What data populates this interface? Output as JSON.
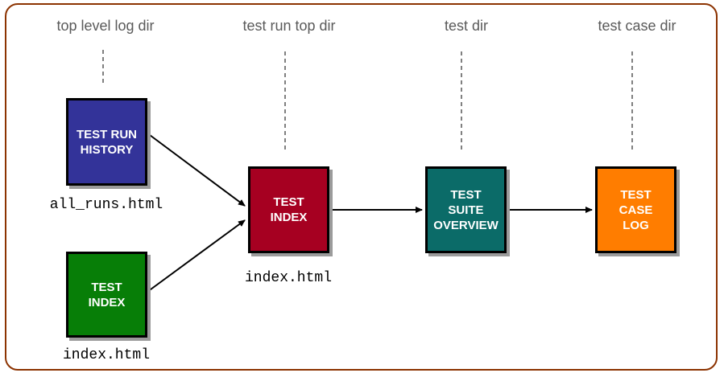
{
  "diagram": {
    "columns": [
      {
        "id": "top-level-log-dir",
        "label": "top level log dir"
      },
      {
        "id": "test-run-top-dir",
        "label": "test run top dir"
      },
      {
        "id": "test-dir",
        "label": "test dir"
      },
      {
        "id": "test-case-dir",
        "label": "test case dir"
      }
    ],
    "nodes": [
      {
        "id": "test-run-history",
        "label": "TEST RUN\nHISTORY",
        "color": "#333399",
        "file": "all_runs.html",
        "column": "top level log dir"
      },
      {
        "id": "test-index-top",
        "label": "TEST\nINDEX",
        "color": "#077E07",
        "file": "index.html",
        "column": "top level log dir"
      },
      {
        "id": "test-index-run",
        "label": "TEST\nINDEX",
        "color": "#A60021",
        "file": "index.html",
        "column": "test run top dir"
      },
      {
        "id": "test-suite-overview",
        "label": "TEST\nSUITE\nOVERVIEW",
        "color": "#0B6B68",
        "column": "test dir"
      },
      {
        "id": "test-case-log",
        "label": "TEST\nCASE\nLOG",
        "color": "#FF7D00",
        "column": "test case dir"
      }
    ],
    "edges": [
      {
        "from": "test-run-history",
        "to": "test-index-run"
      },
      {
        "from": "test-index-top",
        "to": "test-index-run"
      },
      {
        "from": "test-index-run",
        "to": "test-suite-overview"
      },
      {
        "from": "test-suite-overview",
        "to": "test-case-log"
      }
    ],
    "frame_color": "#8C3301",
    "header_color": "#5A5A5A"
  }
}
